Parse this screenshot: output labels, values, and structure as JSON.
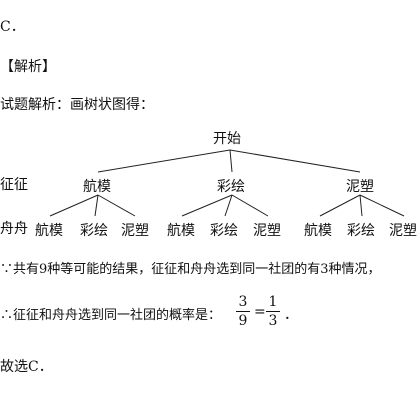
{
  "answer_line": "C．",
  "analysis_header": "【解析】",
  "intro_line": "试题解析：画树状图得：",
  "tree": {
    "root": "开始",
    "row_label_1": "征征",
    "row_label_2": "舟舟",
    "level1": [
      "航模",
      "彩绘",
      "泥塑"
    ],
    "level2": [
      "航模",
      "彩绘",
      "泥塑",
      "航模",
      "彩绘",
      "泥塑",
      "航模",
      "彩绘",
      "泥塑"
    ]
  },
  "statement": "∵共有9种等可能的结果，征征和舟舟选到同一社团的有3种情况，",
  "probability": {
    "prefix": "∴征征和舟舟选到同一社团的概率是：",
    "frac1": {
      "num": "3",
      "den": "9"
    },
    "equals": "=",
    "frac2": {
      "num": "1",
      "den": "3"
    },
    "suffix": "．"
  },
  "conclusion": "故选C．"
}
